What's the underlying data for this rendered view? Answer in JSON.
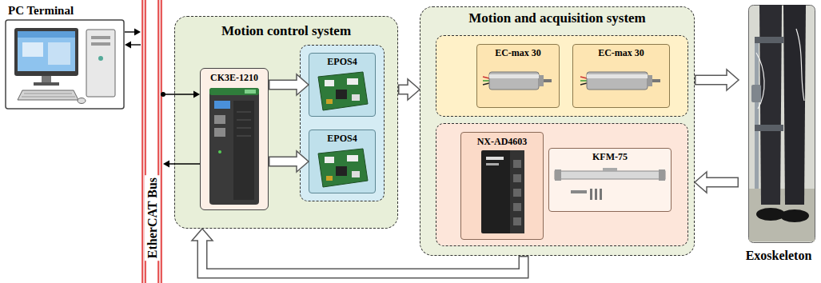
{
  "diagram": {
    "nodes": [
      {
        "text": [
          "PC Terminal"
        ]
      },
      {
        "text": [
          "EtherCAT Bus"
        ]
      },
      {
        "text": [
          "Motion control system"
        ]
      },
      {
        "text": [
          "CK3E-1210"
        ],
        "in": 2
      },
      {
        "text": [
          "EPOS4"
        ],
        "in": 2
      },
      {
        "text": [
          "EPOS4"
        ],
        "in": 2
      },
      {
        "text": [
          "Motion and acquisition system"
        ]
      },
      {
        "text": [
          "EC-max 30"
        ],
        "in": 6
      },
      {
        "text": [
          "EC-max 30"
        ],
        "in": 6
      },
      {
        "text": [
          "NX-AD4603"
        ],
        "in": 6
      },
      {
        "text": [
          "KFM-75"
        ],
        "in": 6
      },
      {
        "text": [
          "Exoskeleton"
        ]
      }
    ],
    "edges": [
      {
        "from": 0,
        "to": 1,
        "arrow": "to"
      },
      {
        "from": 1,
        "to": 0,
        "arrow": "to"
      },
      {
        "from": 1,
        "to": 3,
        "arrow": "to"
      },
      {
        "from": 3,
        "to": 1,
        "arrow": "to"
      },
      {
        "from": 3,
        "to": 4,
        "arrow": "to"
      },
      {
        "from": 3,
        "to": 5,
        "arrow": "to"
      },
      {
        "from": 2,
        "to": 6,
        "arrow": "to"
      },
      {
        "from": 6,
        "to": 11,
        "arrow": "to"
      },
      {
        "from": 11,
        "to": 6,
        "arrow": "to"
      },
      {
        "from": 6,
        "to": 2,
        "arrow": "to"
      }
    ]
  }
}
